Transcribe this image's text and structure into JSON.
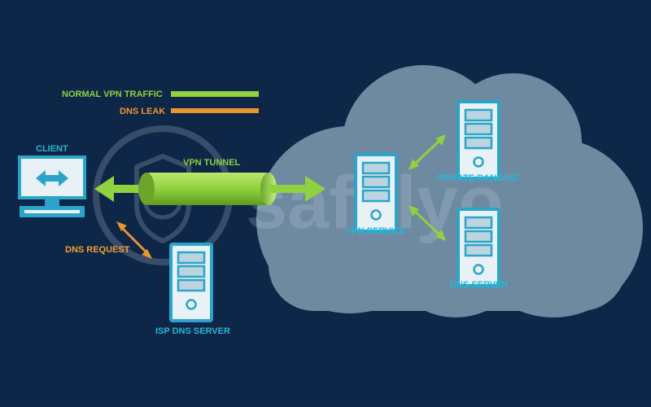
{
  "legend": {
    "normal_label": "NORMAL VPN TRAFFIC",
    "leak_label": "DNS LEAK"
  },
  "labels": {
    "client": "CLIENT",
    "vpn_tunnel": "VPN TUNNEL",
    "dns_request": "DNS REQUEST",
    "isp_dns_server": "ISP DNS SERVER",
    "vpn_service": "VPN SERVICE",
    "private_banking": "PRIVATE BANKING",
    "dns_server": "DNS SERVER"
  },
  "watermark": "safelyo",
  "colors": {
    "background": "#0e2647",
    "cloud": "#6d8aa0",
    "green": "#8fd13f",
    "orange": "#e8962e",
    "label_cyan": "#29b6d8",
    "label_orange": "#f0a030",
    "label_green": "#8fd13f",
    "device_outline": "#2aa4c8",
    "device_fill": "#e8f2f6"
  }
}
